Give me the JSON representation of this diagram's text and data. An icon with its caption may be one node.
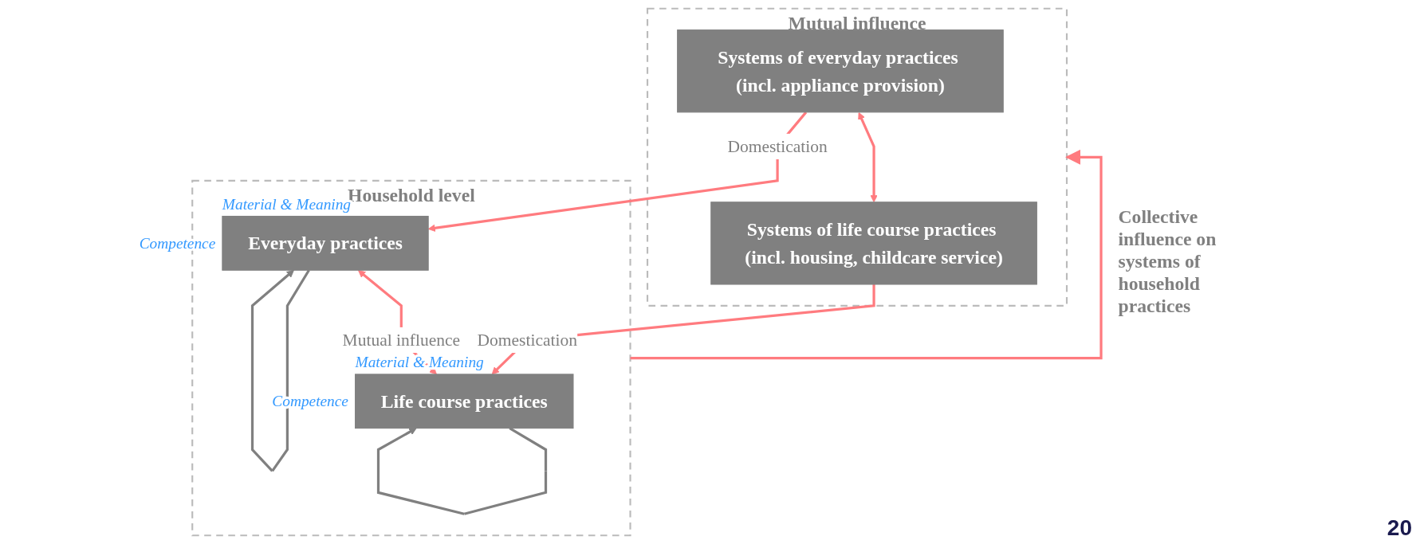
{
  "diagram": {
    "nodes": [
      {
        "text": [
          "Mutual influence"
        ]
      },
      {
        "text": [
          "Systems of everyday practices (incl. appliance provision)"
        ],
        "in": 0
      },
      {
        "text": [
          "Systems of life course practices (incl. housing, childcare service)"
        ],
        "in": 0
      },
      {
        "text": [
          "Household level"
        ]
      },
      {
        "text": [
          "Everyday practices"
        ],
        "in": 3,
        "beside": [
          "Material & Meaning",
          "Competence"
        ]
      },
      {
        "text": [
          "Life course practices"
        ],
        "in": 3,
        "beside": [
          "Material & Meaning",
          "Competence"
        ]
      }
    ],
    "edges": [
      {
        "from": 1,
        "to": 2,
        "arrow": "both"
      },
      {
        "from": 1,
        "to": 4,
        "arrow": "to",
        "label": "Domestication"
      },
      {
        "from": 2,
        "to": 5,
        "arrow": "to",
        "label": "Domestication"
      },
      {
        "from": 4,
        "to": 5,
        "arrow": "both",
        "label": "Mutual influence"
      },
      {
        "from": 3,
        "to": 0,
        "arrow": "to",
        "label": "Collective influence on systems of household practices"
      },
      {
        "from": 4,
        "to": 4,
        "arrow": "to",
        "color": "#808080"
      },
      {
        "from": 5,
        "to": 5,
        "arrow": "to",
        "color": "#808080"
      }
    ],
    "labels": [
      "20"
    ]
  }
}
